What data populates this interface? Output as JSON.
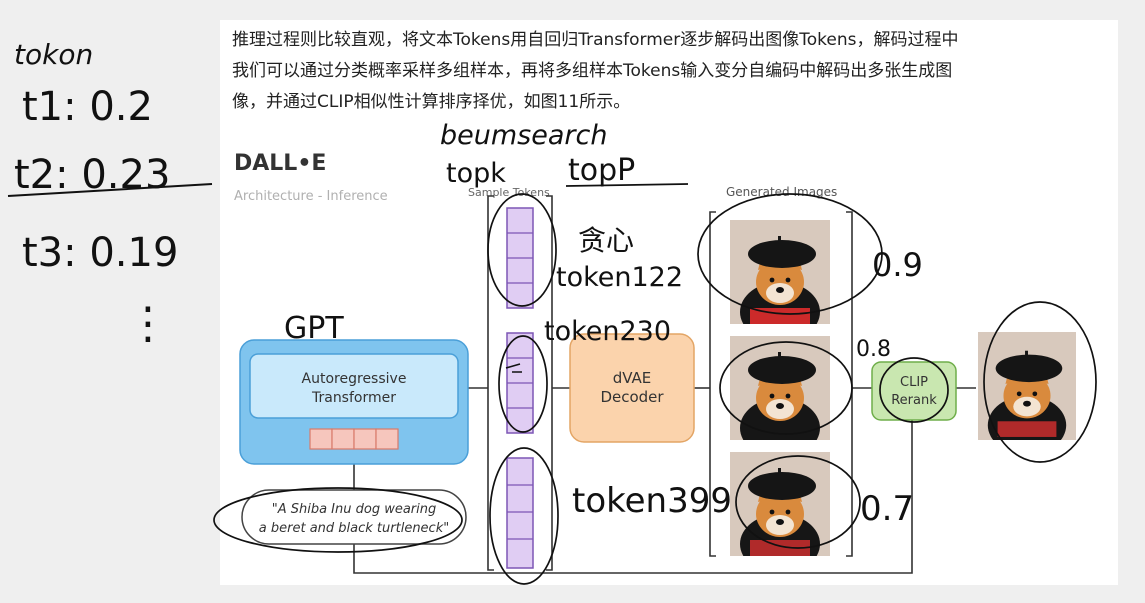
{
  "paragraph": {
    "lines": [
      "推理过程则比较直观，将文本Tokens用自回归Transformer逐步解码出图像Tokens，解码过程中",
      "我们可以通过分类概率采样多组样本，再将多组样本Tokens输入变分自编码中解码出多张生成图",
      "像，并通过CLIP相似性计算排序择优，如图11所示。"
    ]
  },
  "figure": {
    "brand": "DALL•E",
    "subtitle": "Architecture - Inference",
    "sample_tokens_label": "Sample Tokens",
    "generated_images_label": "Generated Images",
    "transformer_label": [
      "Autoregressive",
      "Transformer"
    ],
    "dvae_label": [
      "dVAE",
      "Decoder"
    ],
    "clip_label": [
      "CLIP",
      "Rerank"
    ],
    "prompt_lines": [
      "\"A Shiba Inu dog wearing",
      "a beret and black turtleneck\""
    ]
  },
  "annotations": {
    "token_header": "tokon",
    "token_probs": [
      "t1: 0.2",
      "t2: 0.23",
      "t3: 0.19"
    ],
    "ellipsis": "⋮",
    "beam_search": "beumsearch",
    "topk": "topk",
    "topp": "topP",
    "greedy": "贪心",
    "gpt": "GPT",
    "token_ids": [
      "token122",
      "token230",
      "token399"
    ],
    "scores": [
      "0.9",
      "0.8",
      "0.7"
    ]
  },
  "colors": {
    "transformer_fill": "#7fc4ee",
    "transformer_inner": "#c9e9fb",
    "token_cell": "#e0cdf3",
    "token_border": "#7d56b5",
    "dvae_fill": "#fbd3ac",
    "dvae_border": "#e3a565",
    "clip_fill": "#c9e7b0",
    "clip_border": "#6fae4a",
    "pink_cell": "#f6c6bd",
    "dog_fur": "#d98a3d",
    "beret": "#151515",
    "bg_red": "#cc5a45"
  }
}
